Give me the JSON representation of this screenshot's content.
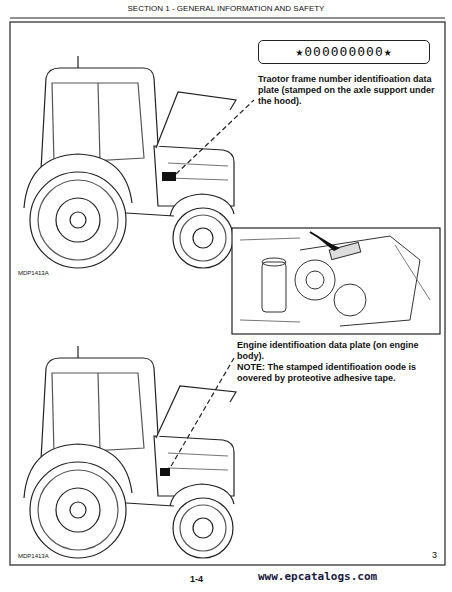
{
  "diagram": {
    "title": "SECTION 1 - GENERAL INFORMATION AND SAFETY",
    "nodes": [
      {
        "text": [
          "★000000000★"
        ]
      }
    ],
    "labels": [
      "Traotor frame number identifioation data plate (stamped on the axle support under the hood).",
      "MDP1413A",
      "Engine identifioation data plate (on engine body).",
      "NOTE: The stamped identifioation oode is oovered by proteotive adhesive tape.",
      "MDP1413A",
      "3",
      "1-4",
      "www.epcatalogs.com"
    ]
  }
}
